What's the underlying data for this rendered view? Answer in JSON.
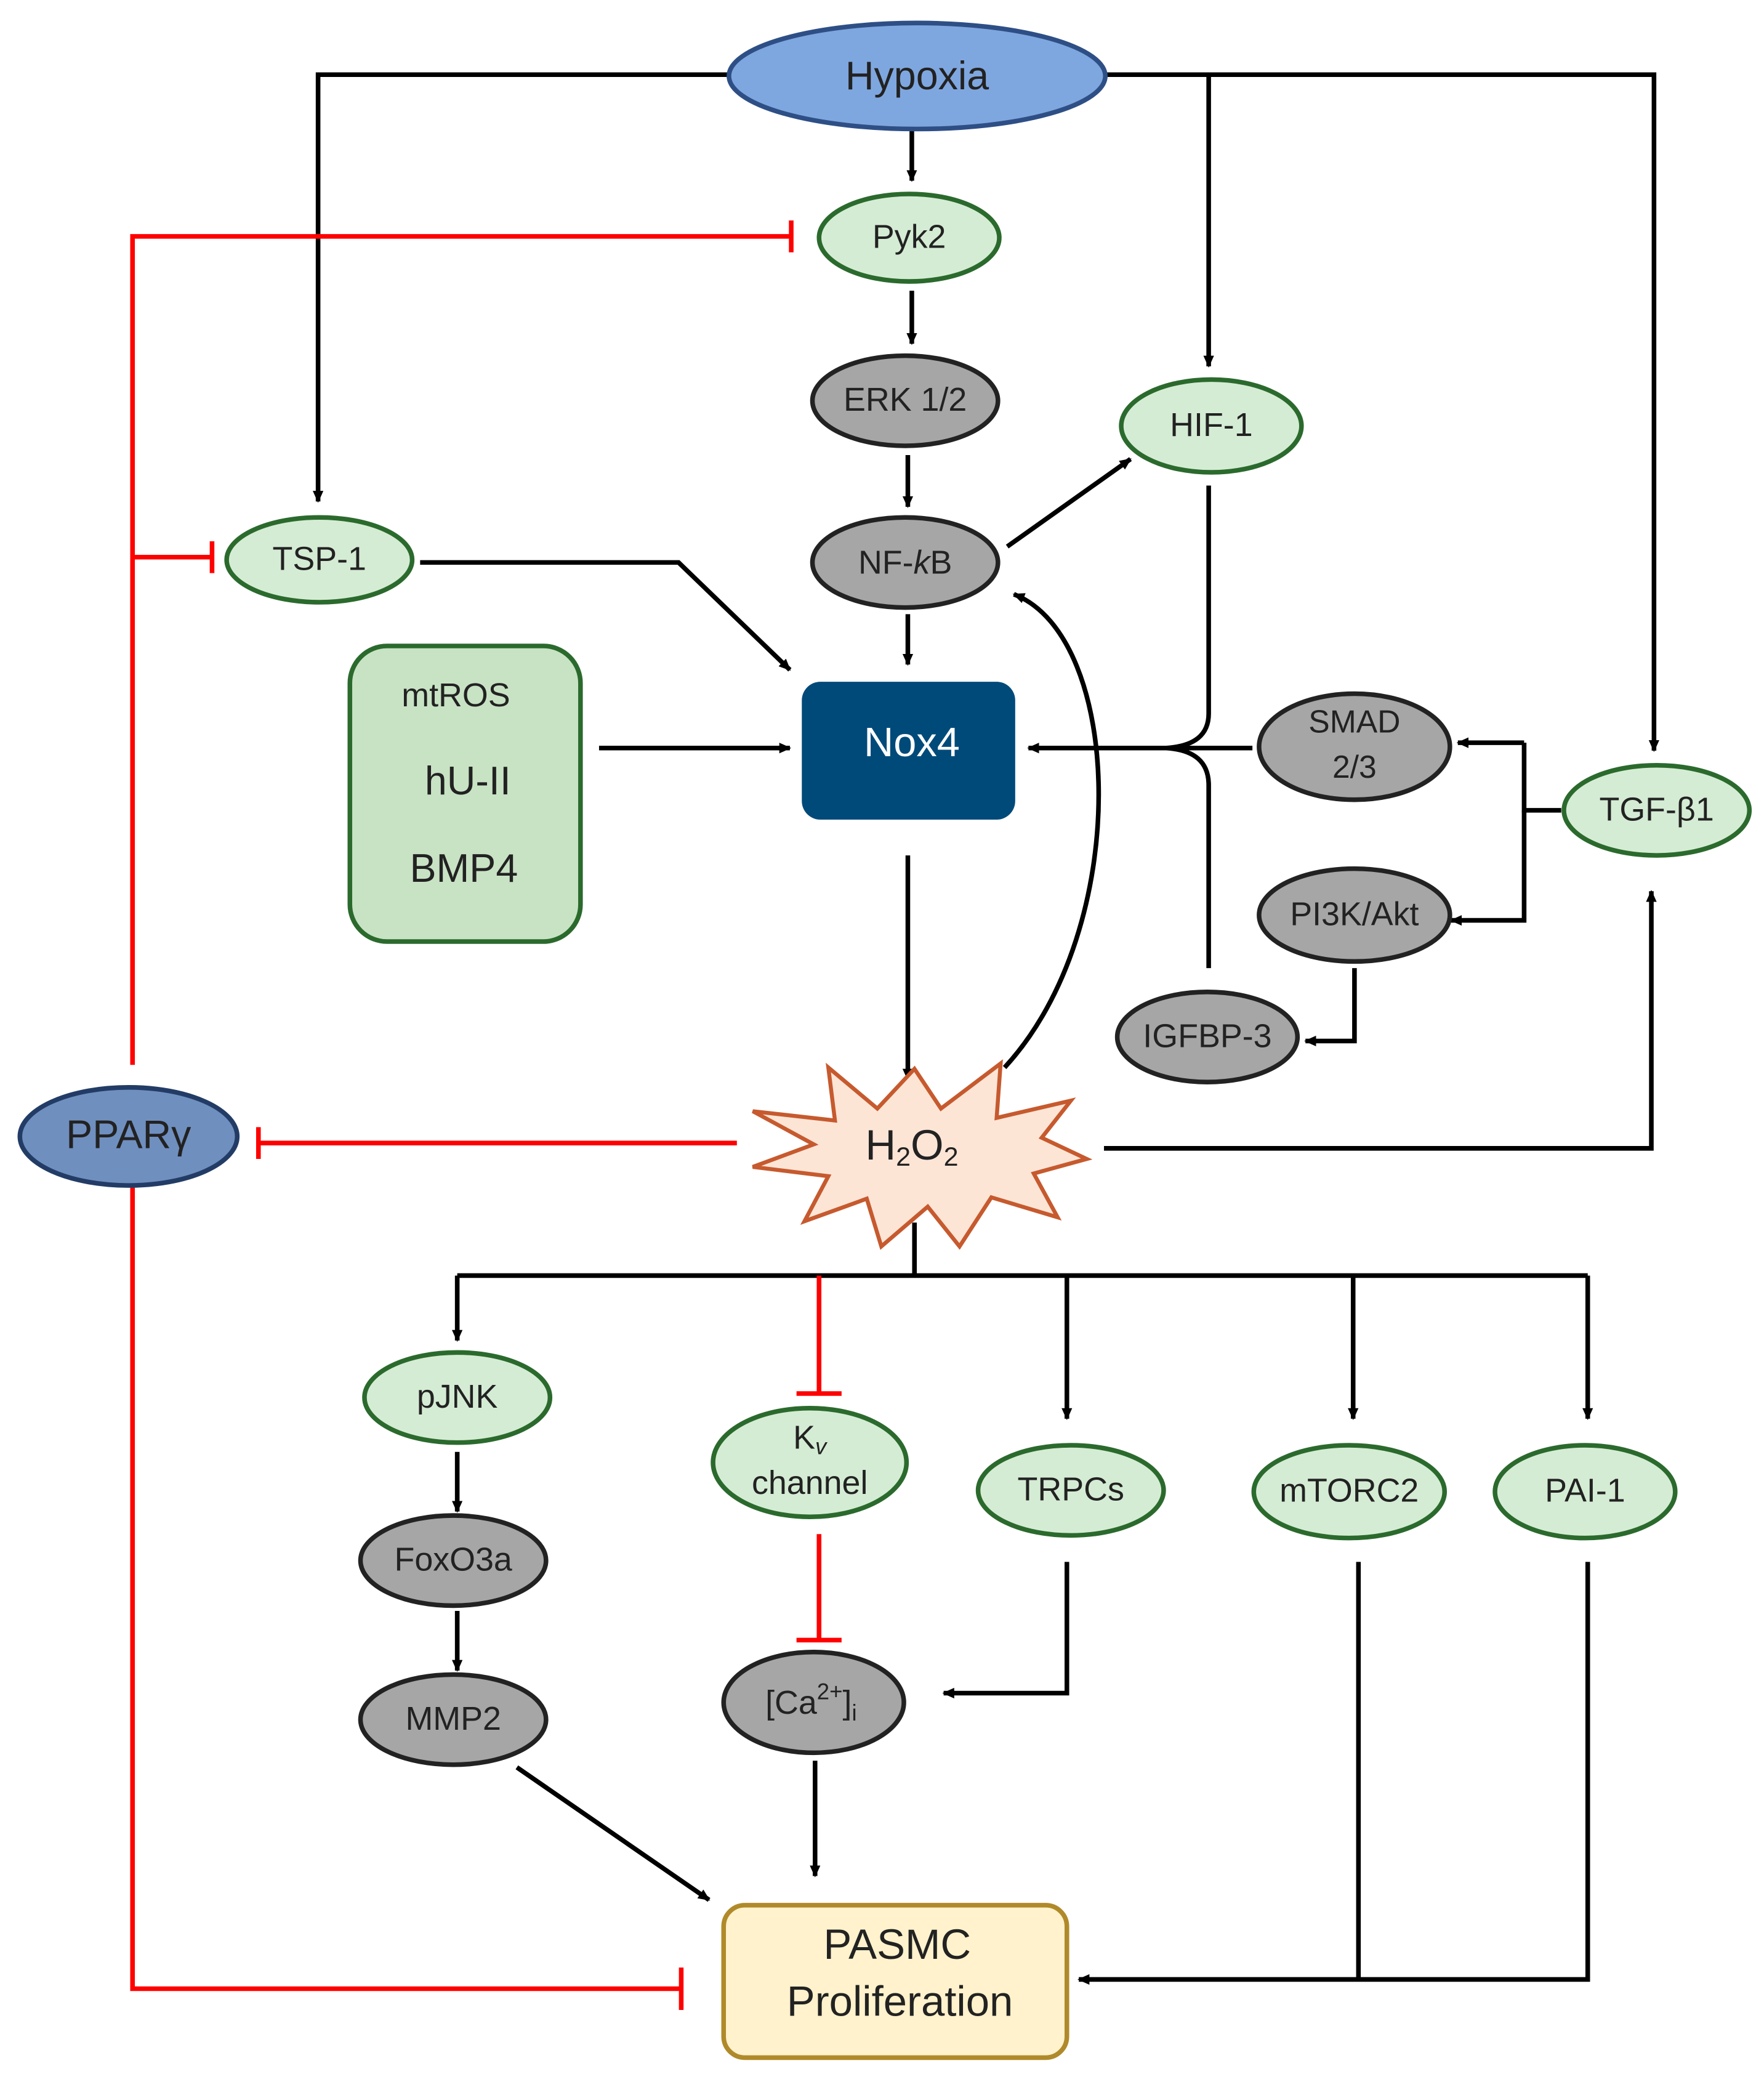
{
  "nodes": {
    "hypoxia": "Hypoxia",
    "pyk2": "Pyk2",
    "erk": "ERK 1/2",
    "hif1": "HIF-1",
    "nfkb_prefix": "NF-",
    "nfkb_k": "k",
    "nfkb_suffix": "B",
    "tsp1": "TSP-1",
    "stimuli": [
      "mtROS",
      "hU-II",
      "BMP4"
    ],
    "nox4": "Nox4",
    "smad_line1": "SMAD",
    "smad_line2": "2/3",
    "tgfb1": "TGF-β1",
    "pi3k": "PI3K/Akt",
    "igfbp3": "IGFBP-3",
    "h2o2_h": "H",
    "h2o2_sub1": "2",
    "h2o2_o": "O",
    "h2o2_sub2": "2",
    "ppar": "PPARγ",
    "pjnk": "pJNK",
    "kv_k": "K",
    "kv_sub": "v",
    "kv_line2": "channel",
    "trpcs": "TRPCs",
    "mtorc2": "mTORC2",
    "pai1": "PAI-1",
    "foxo3a": "FoxO3a",
    "mmp2": "MMP2",
    "ca_open": "[Ca",
    "ca_sup": "2+",
    "ca_close": "]",
    "ca_sub": "i",
    "pasmc_line1": "PASMC",
    "pasmc_line2": "Proliferation"
  },
  "colors": {
    "activation": "#000000",
    "inhibition": "#ff0000",
    "green_node": "#d5ecd4",
    "gray_node": "#a6a6a6",
    "hypoxia": "#7fa7df",
    "ppar": "#6f8fbf",
    "nox4": "#004a7a",
    "h2o2_fill": "#fde5d6",
    "h2o2_stroke": "#c65a2e",
    "pasmc_fill": "#fff2cc",
    "pasmc_stroke": "#b08a2a"
  }
}
